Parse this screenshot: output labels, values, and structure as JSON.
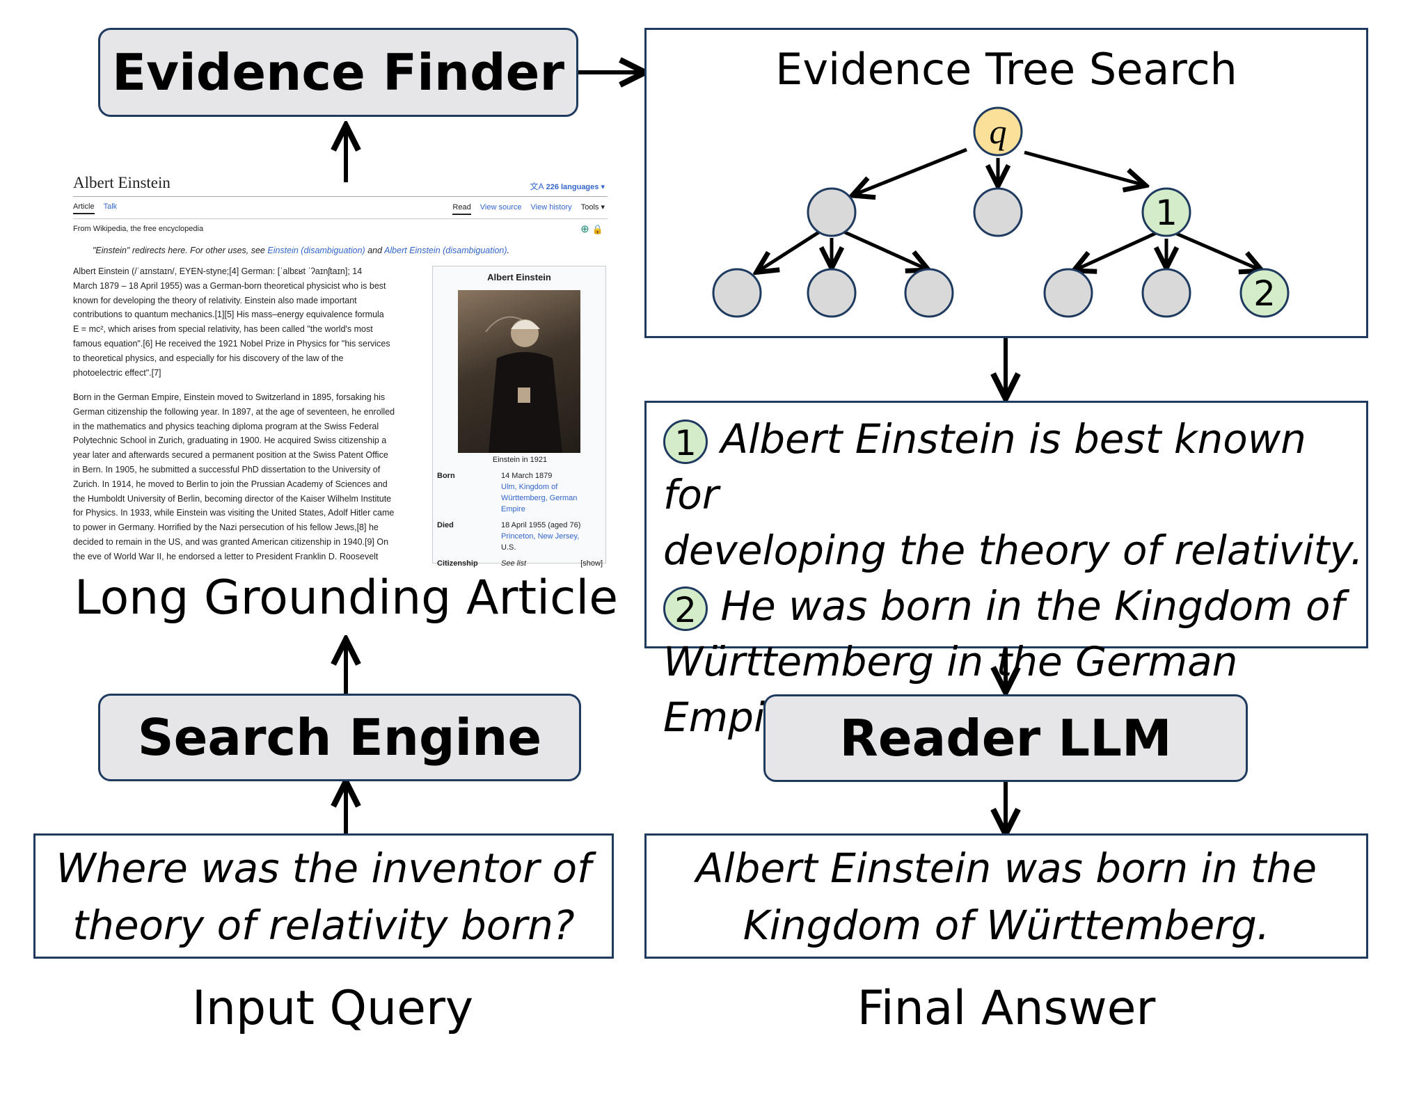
{
  "nodes": {
    "evidence_finder": "Evidence Finder",
    "search_engine": "Search Engine",
    "reader_llm": "Reader LLM",
    "tree_title": "Evidence Tree Search",
    "query_node": "q",
    "node_1": "1",
    "node_2": "2"
  },
  "captions": {
    "article": "Long Grounding Article",
    "input": "Input Query",
    "final": "Final Answer"
  },
  "query": {
    "line1": "Where was the inventor of",
    "line2": "theory of relativity born?"
  },
  "evidence": {
    "num1": "1",
    "line1": "Albert Einstein is best known for",
    "line2": "developing the theory of relativity.",
    "num2": "2",
    "line3": "He was born in the Kingdom of",
    "line4": "Württemberg in the German Empire."
  },
  "answer": {
    "line1": "Albert Einstein was born in the",
    "line2": "Kingdom of Württemberg."
  },
  "colors": {
    "box_fill": "#e6e6e8",
    "border": "#1f3a5f",
    "node_gray": "#d9d9d9",
    "node_green": "#d4ecc8",
    "node_yellow": "#fbe09a",
    "link": "#3366cc"
  },
  "wiki": {
    "title": "Albert Einstein",
    "languages": "226 languages",
    "tab_article": "Article",
    "tab_talk": "Talk",
    "tab_read": "Read",
    "tab_source": "View source",
    "tab_history": "View history",
    "tab_tools": "Tools",
    "from": "From Wikipedia, the free encyclopedia",
    "hatnote_a": "\"Einstein\" redirects here. For other uses, see ",
    "hatnote_l1": "Einstein (disambiguation)",
    "hatnote_b": " and ",
    "hatnote_l2": "Albert Einstein (disambiguation)",
    "hatnote_c": ".",
    "p1": [
      "Albert Einstein (/ˈaɪnstaɪn/, EYEN-styne;[4] German: [ˈalbɛʁt ˈʔaɪnʃtaɪn]; 14",
      "March 1879 – 18 April 1955) was a German-born theoretical physicist who is best",
      "known for developing the theory of relativity. Einstein also made important",
      "contributions to quantum mechanics.[1][5] His mass–energy equivalence formula",
      "E = mc², which arises from special relativity, has been called \"the world's most",
      "famous equation\".[6] He received the 1921 Nobel Prize in Physics for \"his services",
      "to theoretical physics, and especially for his discovery of the law of the",
      "photoelectric effect\".[7]"
    ],
    "p2": [
      "Born in the German Empire, Einstein moved to Switzerland in 1895, forsaking his",
      "German citizenship the following year. In 1897, at the age of seventeen, he enrolled",
      "in the mathematics and physics teaching diploma program at the Swiss Federal",
      "Polytechnic School in Zurich, graduating in 1900. He acquired Swiss citizenship a",
      "year later and afterwards secured a permanent position at the Swiss Patent Office",
      "in Bern. In 1905, he submitted a successful PhD dissertation to the University of",
      "Zurich. In 1914, he moved to Berlin to join the Prussian Academy of Sciences and",
      "the Humboldt University of Berlin, becoming director of the Kaiser Wilhelm Institute",
      "for Physics. In 1933, while Einstein was visiting the United States, Adolf Hitler came",
      "to power in Germany. Horrified by the Nazi persecution of his fellow Jews,[8] he",
      "decided to remain in the US, and was granted American citizenship in 1940.[9] On",
      "the eve of World War II, he endorsed a letter to President Franklin D. Roosevelt"
    ],
    "infobox": {
      "title": "Albert Einstein",
      "caption": "Einstein in 1921",
      "born_label": "Born",
      "born_value": "14 March 1879",
      "born_place1": "Ulm, Kingdom of",
      "born_place2": "Württemberg, German",
      "born_place3": "Empire",
      "died_label": "Died",
      "died_value": "18 April 1955 (aged 76)",
      "died_place1": "Princeton, New Jersey,",
      "died_place2": "U.S.",
      "cit_label": "Citizenship",
      "cit_value": "See list",
      "cit_show": "[show]"
    }
  }
}
